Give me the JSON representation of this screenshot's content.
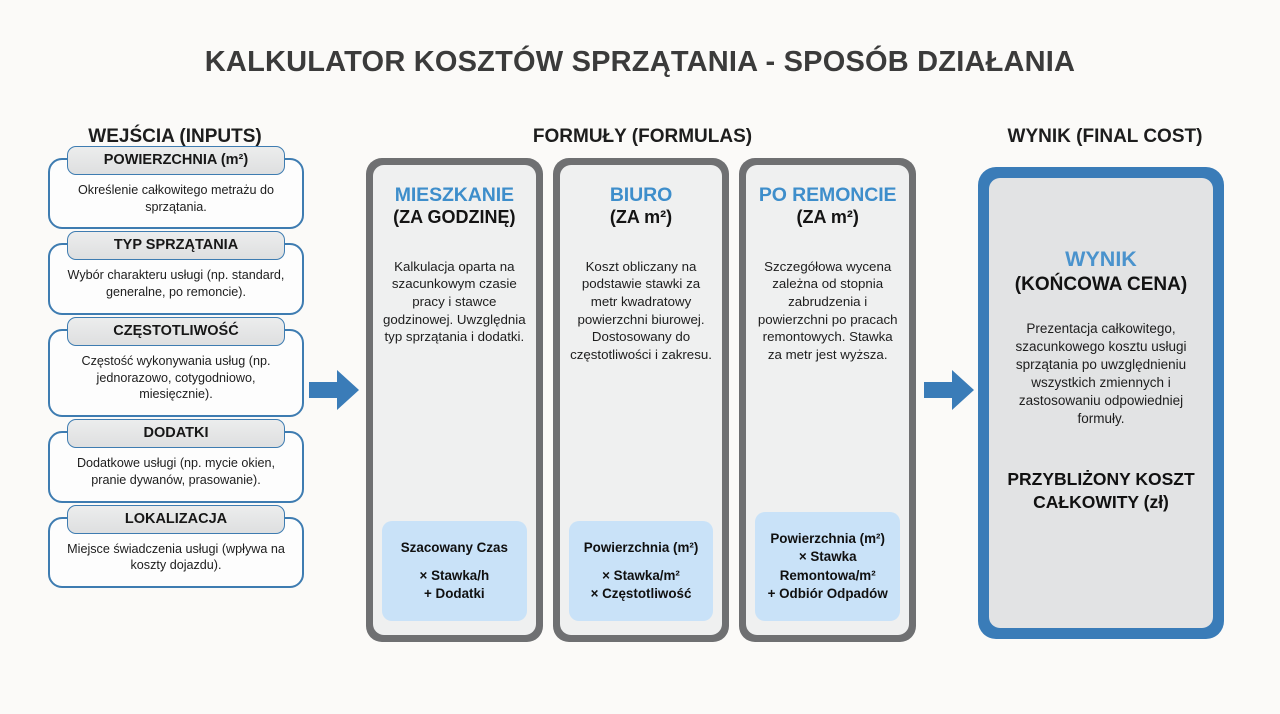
{
  "page": {
    "title": "KALKULATOR KOSZTÓW SPRZĄTANIA - SPOSÓB DZIAŁANIA",
    "background_color": "#fbfaf8",
    "accent_blue": "#3a7cb8",
    "title_blue": "#3e8ecb",
    "highlight_blue": "#c6e0f7",
    "formula_box_blue": "#c9e2f8",
    "frame_grey": "#6f7072"
  },
  "columns": {
    "inputs_header": "WEJŚCIA (INPUTS)",
    "formulas_header": "FORMUŁY (FORMULAS)",
    "result_header": "WYNIK (FINAL COST)"
  },
  "inputs": [
    {
      "title": "POWIERZCHNIA (m²)",
      "desc": "Określenie całkowitego metrażu do sprzątania."
    },
    {
      "title": "TYP SPRZĄTANIA",
      "desc": "Wybór charakteru usługi (np. standard, generalne, po remoncie)."
    },
    {
      "title": "CZĘSTOTLIWOŚĆ",
      "desc": "Częstość wykonywania usług (np. jednorazowo, cotygodniowo, miesięcznie)."
    },
    {
      "title": "DODATKI",
      "desc": "Dodatkowe usługi (np. mycie okien, pranie dywanów, prasowanie)."
    },
    {
      "title": "LOKALIZACJA",
      "desc": "Miejsce świadczenia usługi (wpływa na koszty dojazdu)."
    }
  ],
  "formulas": [
    {
      "title_main": "MIESZKANIE",
      "title_sub": "(ZA GODZINĘ)",
      "desc": "Kalkulacja oparta na szacunkowym czasie pracy i stawce godzinowej. Uwzględnia typ sprzątania i dodatki.",
      "formula_line1": "Szacowany Czas",
      "formula_line2": "× Stawka/h",
      "formula_line3": "+ Dodatki"
    },
    {
      "title_main": "BIURO",
      "title_sub": "(ZA m²)",
      "desc": "Koszt obliczany na podstawie stawki za metr kwadratowy powierzchni biurowej. Dostosowany do częstotliwości i zakresu.",
      "formula_line1": "Powierzchnia (m²)",
      "formula_line2": "× Stawka/m²",
      "formula_line3": "× Częstotliwość"
    },
    {
      "title_main": "PO REMONCIE",
      "title_sub": "(ZA m²)",
      "desc": "Szczegółowa wycena zależna od stopnia zabrudzenia i powierzchni po pracach remontowych. Stawka za metr jest wyższa.",
      "formula_line1": "Powierzchnia (m²)",
      "formula_line2": "× Stawka Remontowa/m²",
      "formula_line3": "+ Odbiór Odpadów"
    }
  ],
  "result": {
    "title_main": "WYNIK",
    "title_sub": "(KOŃCOWA CENA)",
    "desc": "Prezentacja całkowitego, szacunkowego kosztu usługi sprzątania po uwzględnieniu wszystkich zmiennych i zastosowaniu odpowiedniej formuły.",
    "final_label": "PRZYBLIŻONY KOSZT CAŁKOWITY (zł)"
  },
  "arrows": {
    "inputs_to_formulas": "arrow-right-icon",
    "formulas_to_result": "arrow-right-icon"
  }
}
